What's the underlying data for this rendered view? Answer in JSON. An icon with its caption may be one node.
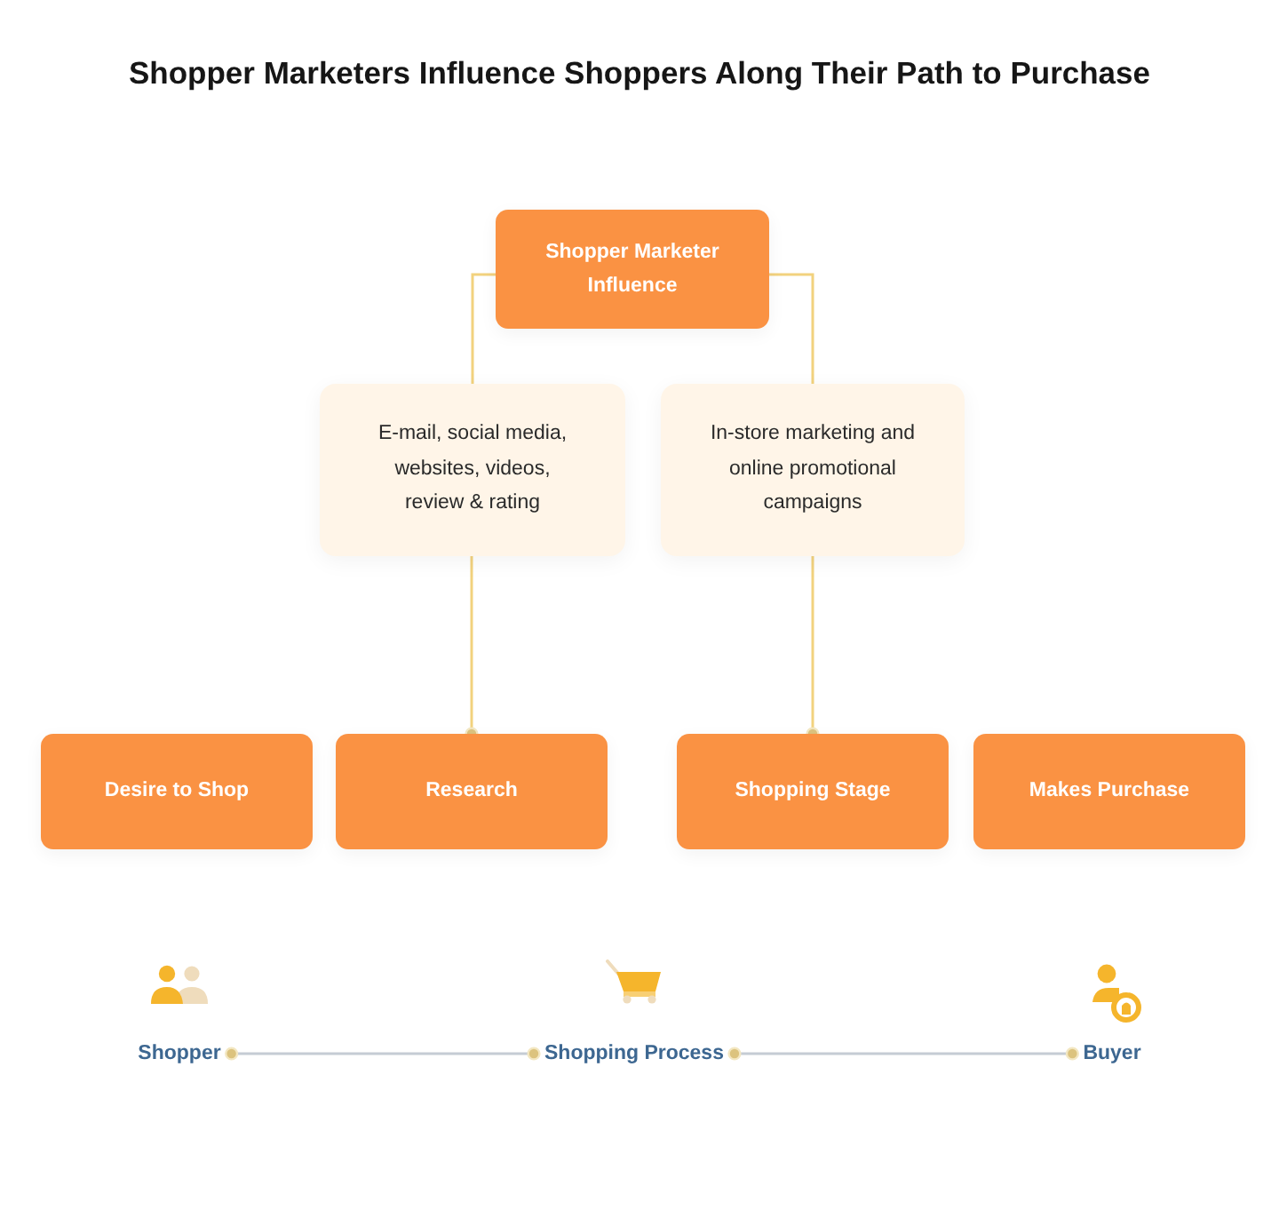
{
  "diagram": {
    "title": "Shopper Marketers Influence Shoppers Along Their Path to Purchase",
    "nodes": [
      {
        "text": [
          "Shopper Marketer Influence"
        ]
      },
      {
        "text": [
          "E-mail, social media, websites, videos, review & rating"
        ]
      },
      {
        "text": [
          "In-store marketing and online promotional campaigns"
        ]
      },
      {
        "text": [
          "Desire to Shop"
        ]
      },
      {
        "text": [
          "Research"
        ]
      },
      {
        "text": [
          "Shopping Stage"
        ]
      },
      {
        "text": [
          "Makes Purchase"
        ]
      },
      {
        "text": [
          "Shopper"
        ]
      },
      {
        "text": [
          "Shopping Process"
        ]
      },
      {
        "text": [
          "Buyer"
        ]
      }
    ],
    "edges": [
      {
        "from": 0,
        "to": 1,
        "arrow": "none"
      },
      {
        "from": 1,
        "to": 4,
        "arrow": "other"
      },
      {
        "from": 0,
        "to": 2,
        "arrow": "none"
      },
      {
        "from": 2,
        "to": 5,
        "arrow": "other"
      },
      {
        "from": 7,
        "to": 8,
        "arrow": "other",
        "color": "#c5ccd4"
      },
      {
        "from": 8,
        "to": 9,
        "arrow": "other",
        "color": "#c5ccd4"
      }
    ]
  }
}
